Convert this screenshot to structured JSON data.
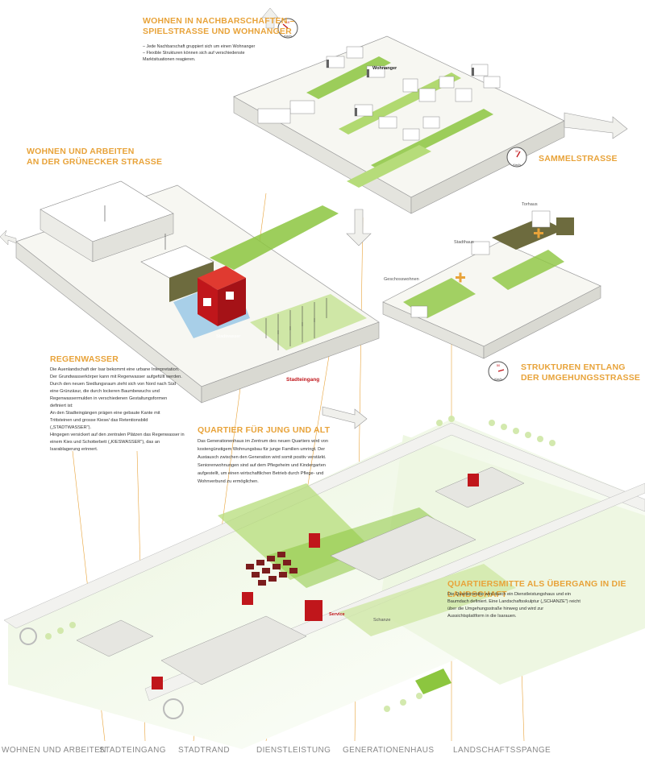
{
  "sections": {
    "nachbarschaft": {
      "title": [
        "WOHNEN IN NACHBARSCHAFTEN –",
        "SPIELSTRASSE UND WOHNANGER"
      ],
      "bullets": [
        "–      Jede Nachbarschaft gruppiert sich um einen Wohnanger",
        "–      Flexible Strukturen können sich auf verschiedenste",
        "        Marktsituationen reagieren."
      ],
      "road_label": "Wohnanger",
      "gauge_speed": "10",
      "gauge_unit": "Km/h"
    },
    "sammelstrasse": {
      "title": "SAMMELSTRASSE",
      "gauge_speed": "30",
      "gauge_unit": "Km/h"
    },
    "gruenecker": {
      "title": [
        "WOHNEN UND ARBEITEN",
        "AN DER GRÜNECKER STRASSE"
      ],
      "label_stadtwasser": "Stadtwasser",
      "label_stadteingang": "Stadteingang"
    },
    "umgehung": {
      "title": [
        "STRUKTUREN ENTLANG",
        "DER UMGEHUNGSSTRASSE"
      ],
      "label_torhaus": "Torhaus",
      "label_stadthaus": "Stadthaus",
      "label_geschosswohnen": "Geschosswohnen",
      "gauge_speed": "50",
      "gauge_unit": "Km/h"
    },
    "regenwasser": {
      "title": "REGENWASSER",
      "lines": [
        "Die Auenlandschaft der Isar bekommt eine urbane Interpretation.",
        "Der Grundwasserkörper kann mit Regenwasser aufgefüllt werden.",
        "Durch den neuen Siedlungsraum zieht sich von Nord nach Süd",
        "eine Grünzäsur, die durch lockeren Baumbewuchs und",
        "Regenwassermulden in verschiedenen Gestaltungsformen",
        "definiert ist:",
        "An den Stadteingängen prägen eine gebaute Kante mit",
        "Trittsteinen und grosse Kiese/ das Retentionsbild",
        "(„STADTWASSER\").",
        "Hingegen versickert auf den zentralen Plätzen das Regenwasser in",
        "einem Kies und Schotterbett („KIESWASSER\"), das an",
        "Isarablagerung erinnert."
      ]
    },
    "quartier": {
      "title": "QUARTIER FÜR JUNG UND ALT",
      "lines": [
        "Das Generationenhaus im Zentrum des neuen Quartiers wird von",
        "kostengünstigem Wohnungsbau für junge Familien umringt. Der",
        "Austausch zwischen den Generation wird somit positiv verstärkt.",
        "Seniorenwohnungen sind auf dem Pflegeheim und Kindergarten",
        "aufgestellt, um einen wirtschaftlichen Betrieb durch Pflege- und",
        "Wohnverbund zu ermöglichen."
      ]
    },
    "quartiersmitte": {
      "title": "QUARTIERSMITTE ALS ÜBERGANG IN DIE LANDSCHAFT",
      "lines": [
        "Die Quartiersmitte wird durch ein Dienstleistungshaus und ein",
        "Baumdach definiert. Eine Landschaftsskulptur („SCHANZE\") reicht",
        "über die Umgehungsstraße hinweg und wird zur",
        "Aussichtsplattform in die Isarauen."
      ],
      "label_service": "Service",
      "label_schanze": "Schanze"
    }
  },
  "bottom_labels": [
    "WOHNEN UND ARBEITEN",
    "STADTEINGANG",
    "STADTRAND",
    "DIENSTLEISTUNG",
    "GENERATIONENHAUS",
    "LANDSCHAFTSSPANGE"
  ],
  "colors": {
    "accent": "#e8a33a",
    "building_red": "#c0161b",
    "green": "#8cc63f",
    "light_green": "#cfe7a6",
    "water": "#a8cfe8"
  }
}
